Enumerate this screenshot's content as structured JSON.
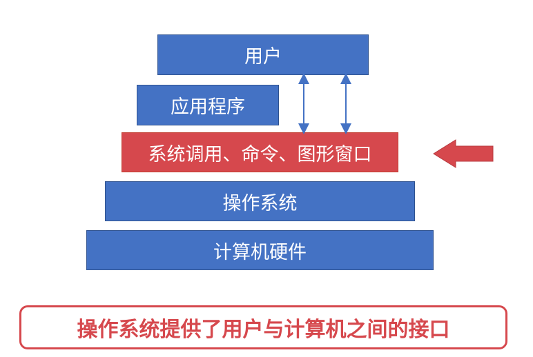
{
  "layers": {
    "user": "用户",
    "app": "应用程序",
    "interface": "系统调用、命令、图形窗口",
    "os": "操作系统",
    "hardware": "计算机硬件"
  },
  "caption": "操作系统提供了用户与计算机之间的接口",
  "colors": {
    "layer_blue": "#4472c4",
    "highlight_red": "#d6484d",
    "arrow_blue": "#4472c4"
  },
  "icons": {
    "pointer": "left-arrow-icon",
    "connector": "double-headed-arrow-icon"
  }
}
